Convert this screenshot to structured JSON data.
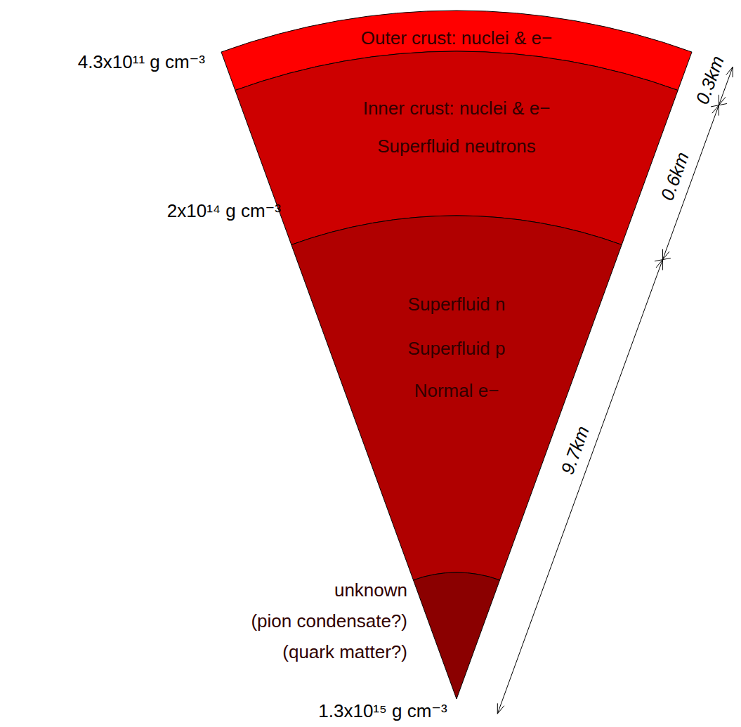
{
  "diagram": {
    "nodes": [
      {
        "text": [
          "Outer crust: nuclei & e−"
        ]
      },
      {
        "text": [
          "Inner crust: nuclei & e−",
          "Superfluid neutrons"
        ]
      },
      {
        "text": [
          "Superfluid n",
          "Superfluid p",
          "Normal e−"
        ]
      },
      {
        "text": [
          "unknown",
          "(pion condensate?)",
          "(quark matter?)"
        ]
      }
    ],
    "labels": [
      "4.3x10¹¹ g cm⁻³",
      "2x10¹⁴ g cm⁻³",
      "1.3x10¹⁵ g cm⁻³",
      "0.3km",
      "0.6km",
      "9.7km"
    ]
  }
}
